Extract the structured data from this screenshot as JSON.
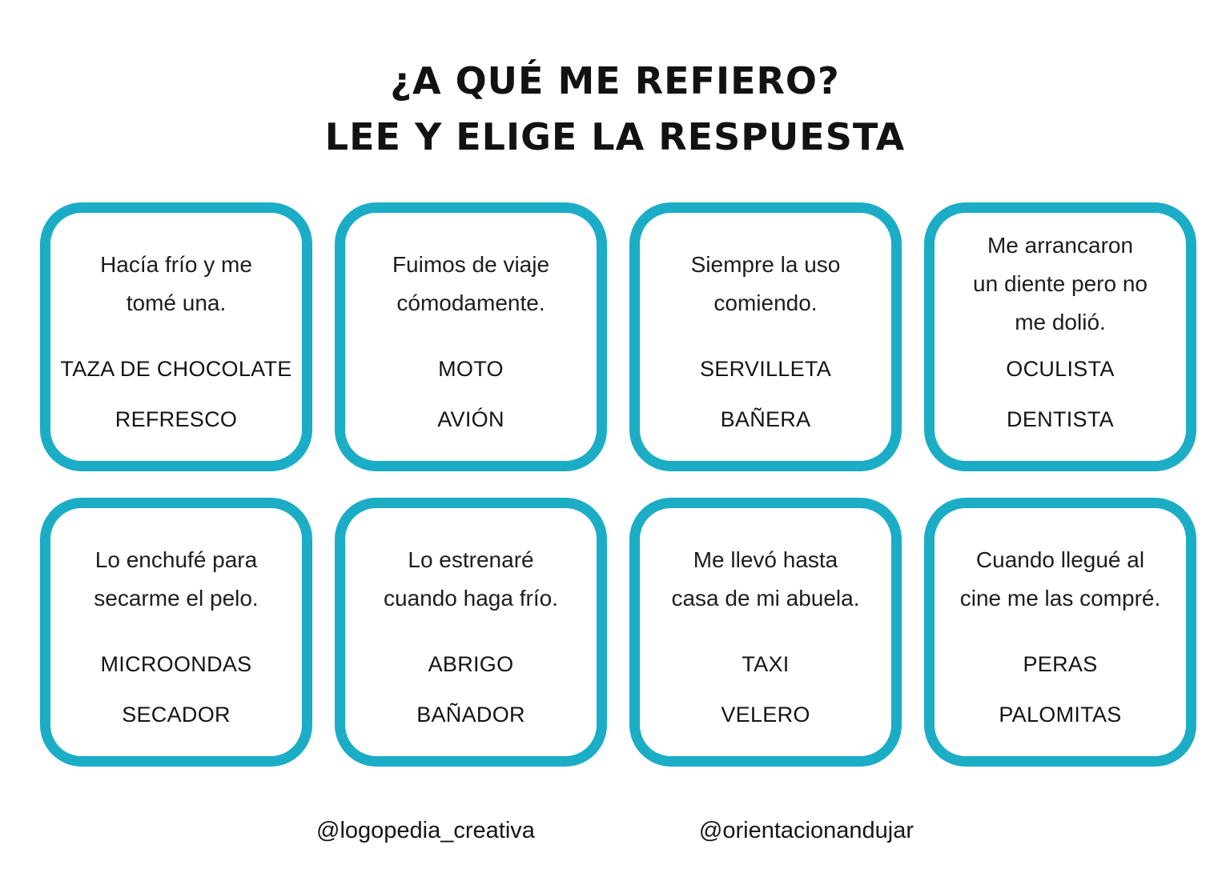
{
  "title": {
    "line1": "¿A QUÉ ME REFIERO?",
    "line2": "LEE Y ELIGE LA RESPUESTA"
  },
  "cards": [
    {
      "sentence": "Hacía frío y me\ntomé una.",
      "option1": "TAZA DE CHOCOLATE",
      "option2": "REFRESCO"
    },
    {
      "sentence": "Fuimos de viaje\ncómodamente.",
      "option1": "MOTO",
      "option2": "AVIÓN"
    },
    {
      "sentence": "Siempre la uso\ncomiendo.",
      "option1": "SERVILLETA",
      "option2": "BAÑERA"
    },
    {
      "sentence": "Me arrancaron\nun diente pero no\nme dolió.",
      "option1": "OCULISTA",
      "option2": "DENTISTA"
    },
    {
      "sentence": "Lo enchufé para\nsecarme el pelo.",
      "option1": "MICROONDAS",
      "option2": "SECADOR"
    },
    {
      "sentence": "Lo estrenaré\ncuando haga frío.",
      "option1": "ABRIGO",
      "option2": "BAÑADOR"
    },
    {
      "sentence": "Me llevó hasta\ncasa de mi abuela.",
      "option1": "TAXI",
      "option2": "VELERO"
    },
    {
      "sentence": "Cuando llegué al\ncine me las compré.",
      "option1": "PERAS",
      "option2": "PALOMITAS"
    }
  ],
  "footer": {
    "credit1": "@logopedia_creativa",
    "credit2": "@orientacionandujar"
  },
  "colors": {
    "card_border": "#1badc6",
    "text": "#1a1a1a",
    "background": "#ffffff"
  }
}
